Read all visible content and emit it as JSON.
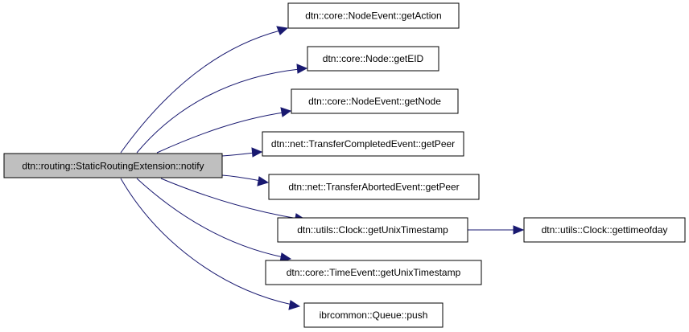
{
  "graph": {
    "root": {
      "id": "root",
      "label": "dtn::routing::StaticRoutingExtension::notify"
    },
    "nodes": [
      {
        "id": "n1",
        "label": "dtn::core::NodeEvent::getAction"
      },
      {
        "id": "n2",
        "label": "dtn::core::Node::getEID"
      },
      {
        "id": "n3",
        "label": "dtn::core::NodeEvent::getNode"
      },
      {
        "id": "n4",
        "label": "dtn::net::TransferCompletedEvent::getPeer"
      },
      {
        "id": "n5",
        "label": "dtn::net::TransferAbortedEvent::getPeer"
      },
      {
        "id": "n6",
        "label": "dtn::utils::Clock::getUnixTimestamp"
      },
      {
        "id": "n7",
        "label": "dtn::utils::Clock::gettimeofday"
      },
      {
        "id": "n8",
        "label": "dtn::core::TimeEvent::getUnixTimestamp"
      },
      {
        "id": "n9",
        "label": "ibrcommon::Queue::push"
      }
    ],
    "edges": [
      {
        "from": "root",
        "to": "n1"
      },
      {
        "from": "root",
        "to": "n2"
      },
      {
        "from": "root",
        "to": "n3"
      },
      {
        "from": "root",
        "to": "n4"
      },
      {
        "from": "root",
        "to": "n5"
      },
      {
        "from": "root",
        "to": "n6"
      },
      {
        "from": "root",
        "to": "n8"
      },
      {
        "from": "root",
        "to": "n9"
      },
      {
        "from": "n6",
        "to": "n7"
      }
    ],
    "colors": {
      "edge": "#191970",
      "root_fill": "#bfbfbf",
      "node_fill": "#ffffff",
      "border": "#000000"
    }
  }
}
